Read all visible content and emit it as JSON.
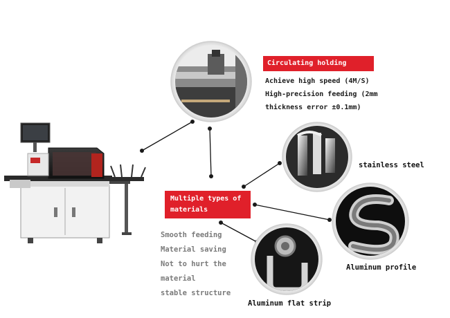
{
  "holding": {
    "title": "Circulating holding system",
    "lines": [
      "Achieve high speed (4M/S)",
      "High-precision feeding (2mm",
      "thickness error ±0.1mm)"
    ]
  },
  "materials": {
    "title_lines": [
      "Multiple types of",
      "materials"
    ],
    "features": [
      "Smooth feeding",
      "Material saving",
      "Not to hurt the",
      "material",
      "stable structure"
    ]
  },
  "captions": {
    "stainless": "stainless steel",
    "profile": "Aluminum profile",
    "flat": "Aluminum flat strip"
  },
  "colors": {
    "accent": "#e0202a",
    "dot": "#1a1a1a"
  }
}
